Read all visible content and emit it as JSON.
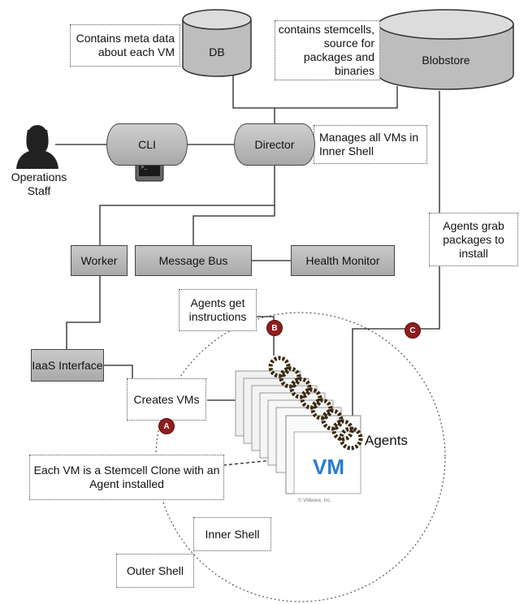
{
  "notes": {
    "db_note": "Contains meta data about each VM",
    "blobstore_note": "contains stemcells, source for packages and binaries",
    "director_note": "Manages all VMs in Inner Shell",
    "agents_grab": "Agents grab packages to install",
    "agents_get": "Agents get instructions",
    "creates_vms": "Creates VMs",
    "stemcell_clone": "Each VM is a Stemcell Clone with an Agent installed",
    "inner_shell": "Inner Shell",
    "outer_shell": "Outer Shell"
  },
  "components": {
    "db": "DB",
    "blobstore": "Blobstore",
    "cli": "CLI",
    "director": "Director",
    "operations_staff": "Operations Staff",
    "worker": "Worker",
    "message_bus": "Message Bus",
    "health_monitor": "Health Monitor",
    "iaas_interface": "IaaS Interface",
    "agents": "Agents",
    "vm": "VM",
    "copyright": "© VMware, Inc."
  },
  "badges": {
    "a": "A",
    "b": "B",
    "c": "C"
  },
  "colors": {
    "badge": "#8e1e1e",
    "box_fill": "#b8b8b8",
    "vm_blue": "#2a7bd0",
    "gear": "#6b4a25"
  }
}
